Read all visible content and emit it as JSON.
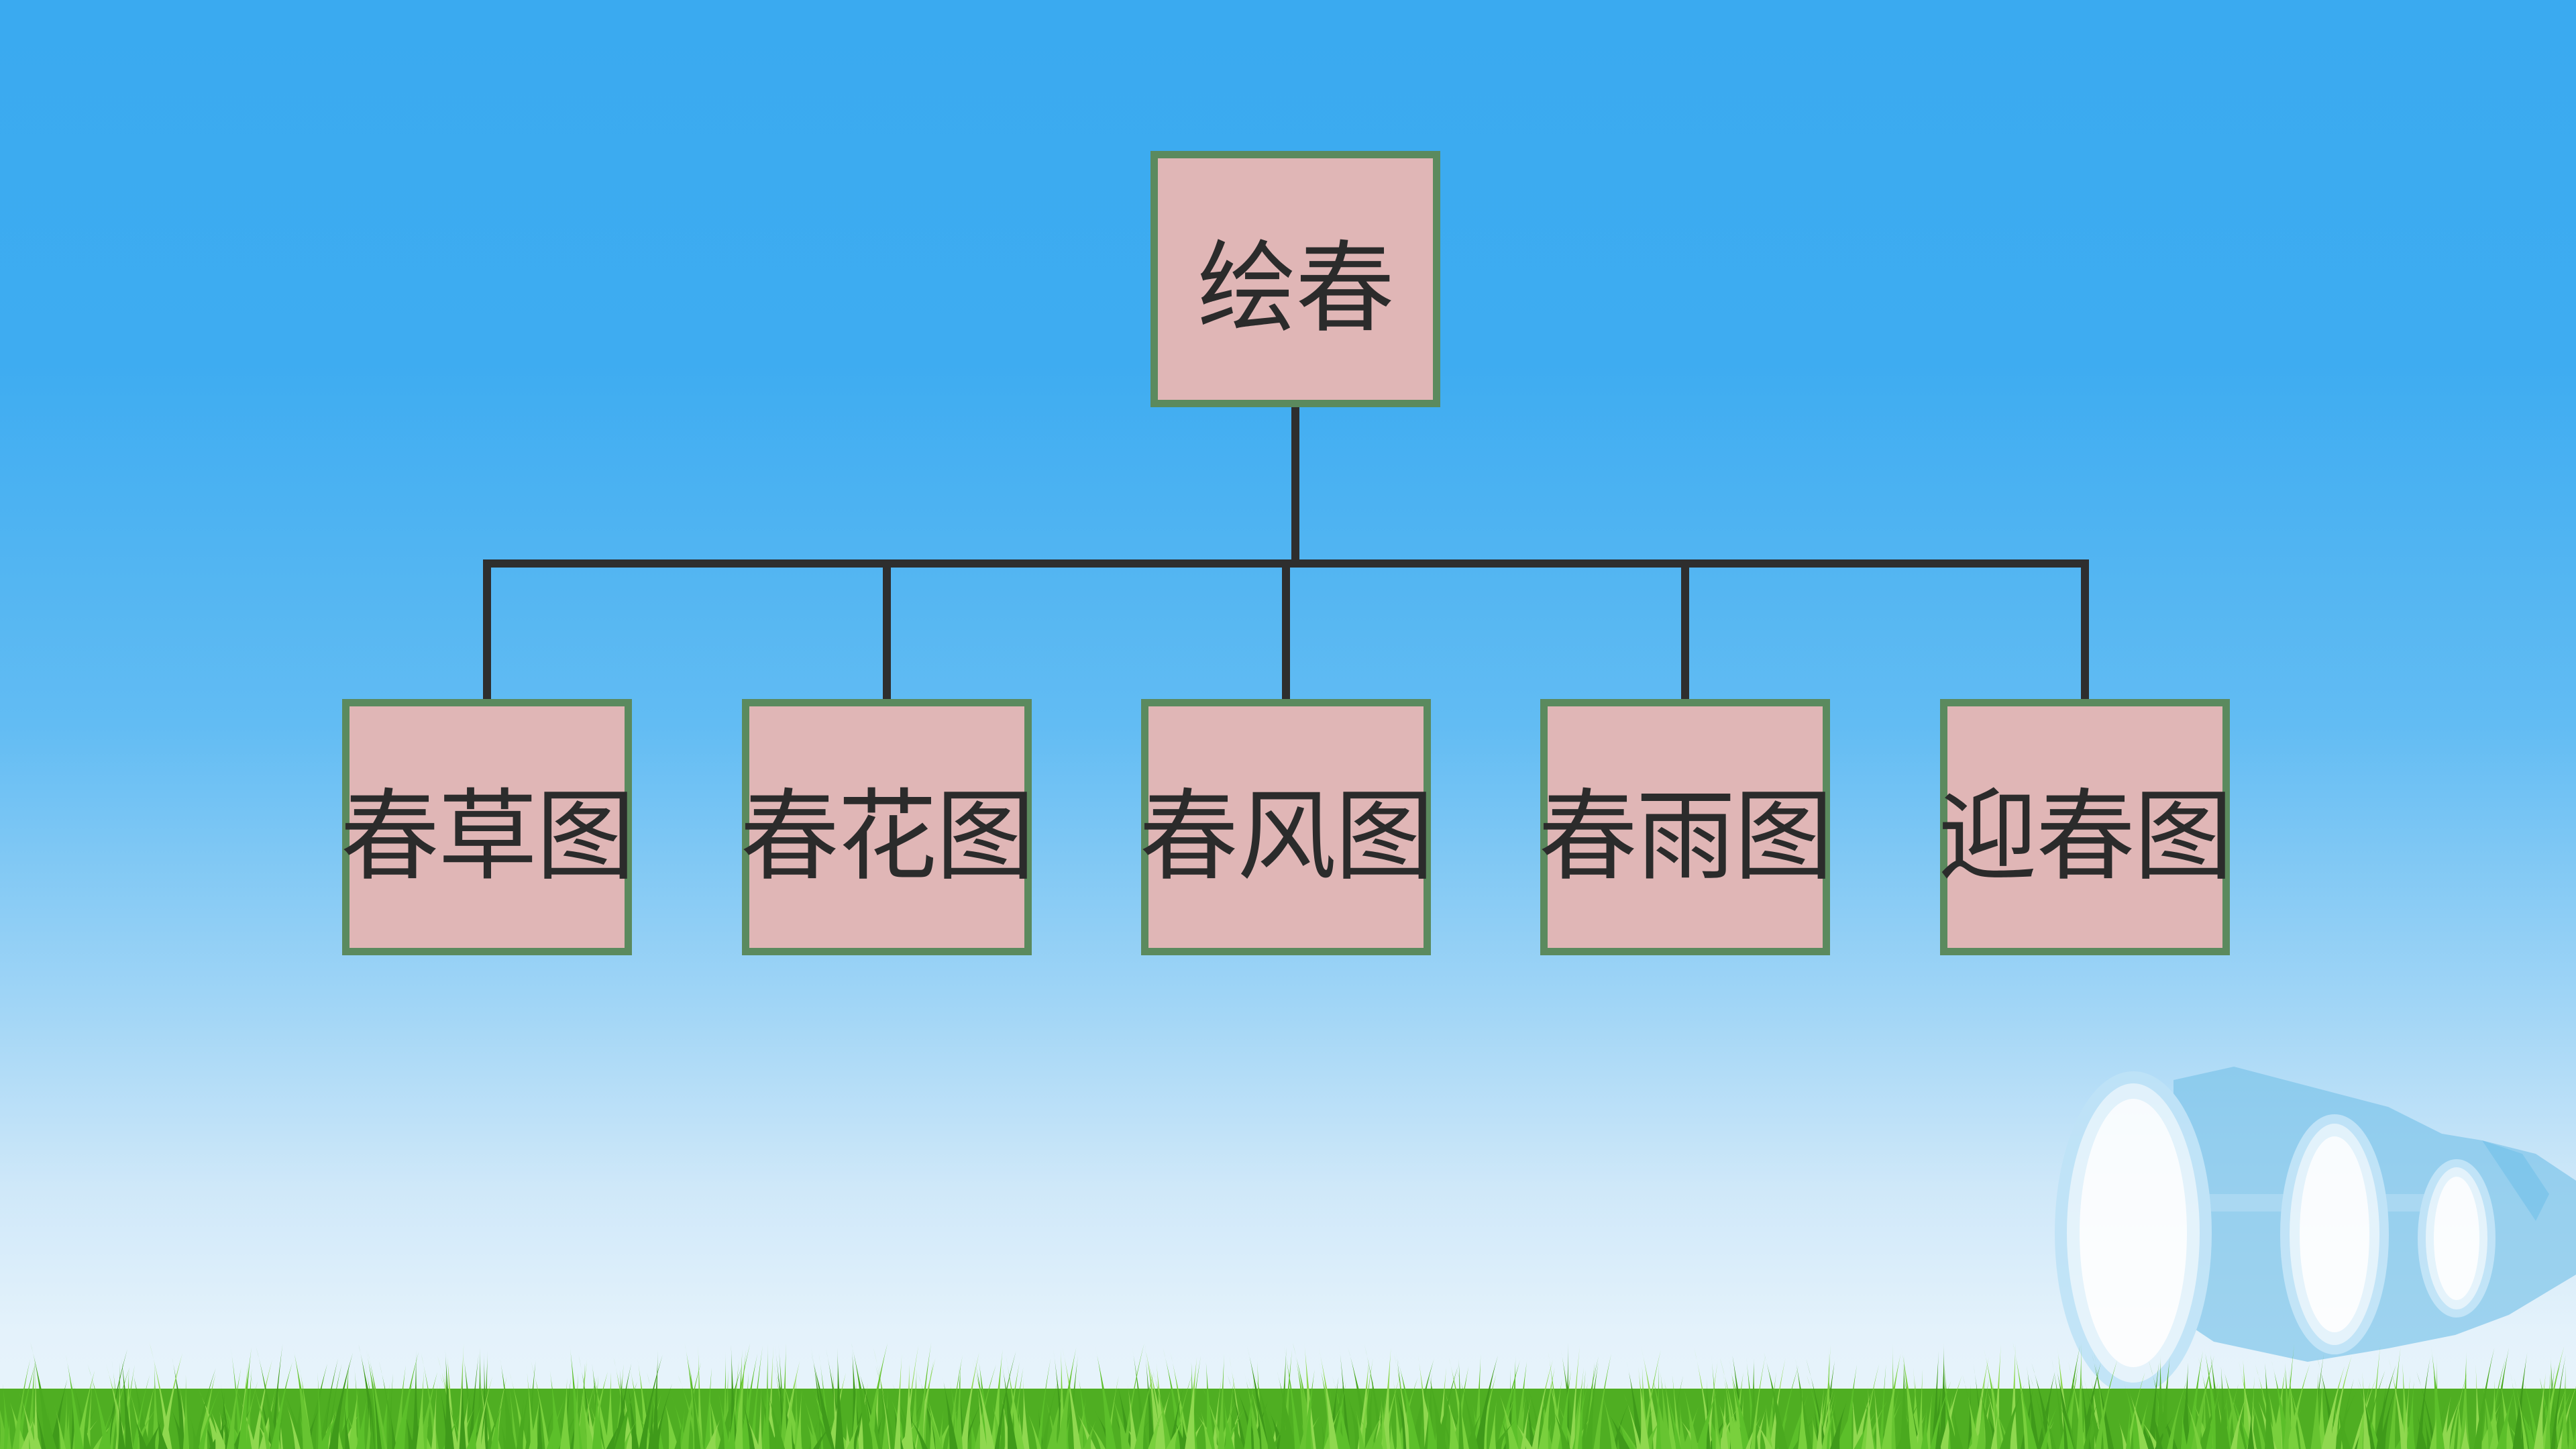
{
  "diagram": {
    "root": {
      "label": "绘春"
    },
    "children": [
      {
        "label": "春草图"
      },
      {
        "label": "春花图"
      },
      {
        "label": "春风图"
      },
      {
        "label": "春雨图"
      },
      {
        "label": "迎春图"
      }
    ]
  },
  "colors": {
    "sky_top": "#3aaaf0",
    "sky_bottom": "#eaf5fb",
    "box_fill": "#e0b6b6",
    "box_border": "#5b8a5e",
    "connector": "#2e2e2e",
    "grass": "#5cbf2a"
  },
  "decorations": [
    "grass-strip",
    "telescope-graphic"
  ]
}
